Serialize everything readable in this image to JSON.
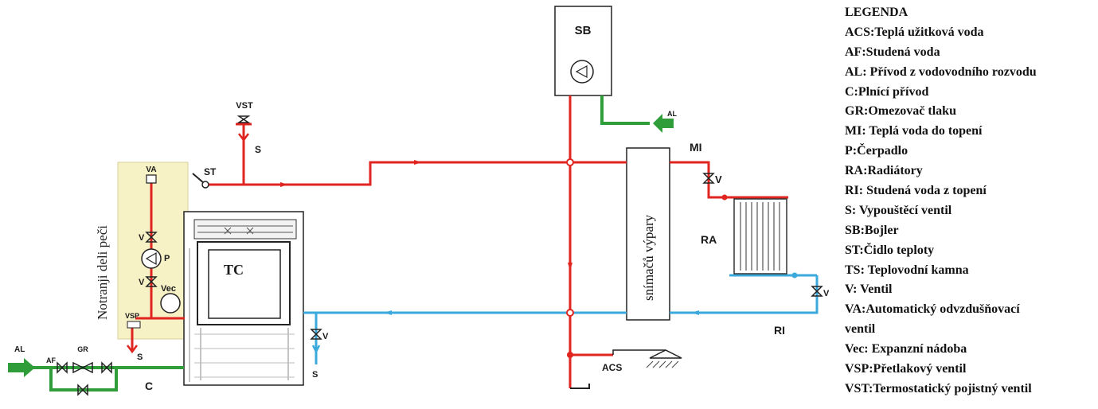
{
  "labels": {
    "sb": "SB",
    "vst": "VST",
    "s_top": "S",
    "st": "ST",
    "va": "VA",
    "p": "P",
    "v_left_top": "V",
    "v_left_bottom": "V",
    "vec": "Vec",
    "vsp": "VSP",
    "s_left": "S",
    "inner_parts": "Notranji deli peči",
    "tc": "TC",
    "v_mid": "V",
    "s_mid": "S",
    "al_left": "AL",
    "af": "AF",
    "gr": "GR",
    "c": "C",
    "al_right": "AL",
    "exchanger": "snímačů výpary",
    "mi": "MI",
    "v_right_top": "V",
    "ra": "RA",
    "v_right_bottom": "V",
    "ri": "RI",
    "acs": "ACS"
  },
  "legend": {
    "title": "LEGENDA",
    "items": [
      "ACS:Teplá užitková voda",
      "AF:Studená voda",
      "AL: Přívod z vodovodního rozvodu",
      "C:Plnící přívod",
      "GR:Omezovač tlaku",
      "MI: Teplá voda do topení",
      "P:Čerpadlo",
      "RA:Radiátory",
      "RI: Studená voda z topení",
      "S: Vypouštěcí ventil",
      "SB:Bojler",
      "ST:Čidlo teploty",
      "TS: Teplovodní kamna",
      "V: Ventil",
      "VA:Automatický odvzdušňovací",
      "ventil",
      "Vec: Expanzní nádoba",
      "VSP:Přetlakový ventil",
      "VST:Termostatický pojistný ventil"
    ]
  },
  "colors": {
    "hot_pipe": "#e02520",
    "cold_pipe": "#3ba9dc",
    "supply_pipe": "#2f9e3a",
    "inner_panel": "#f7f1c6"
  }
}
